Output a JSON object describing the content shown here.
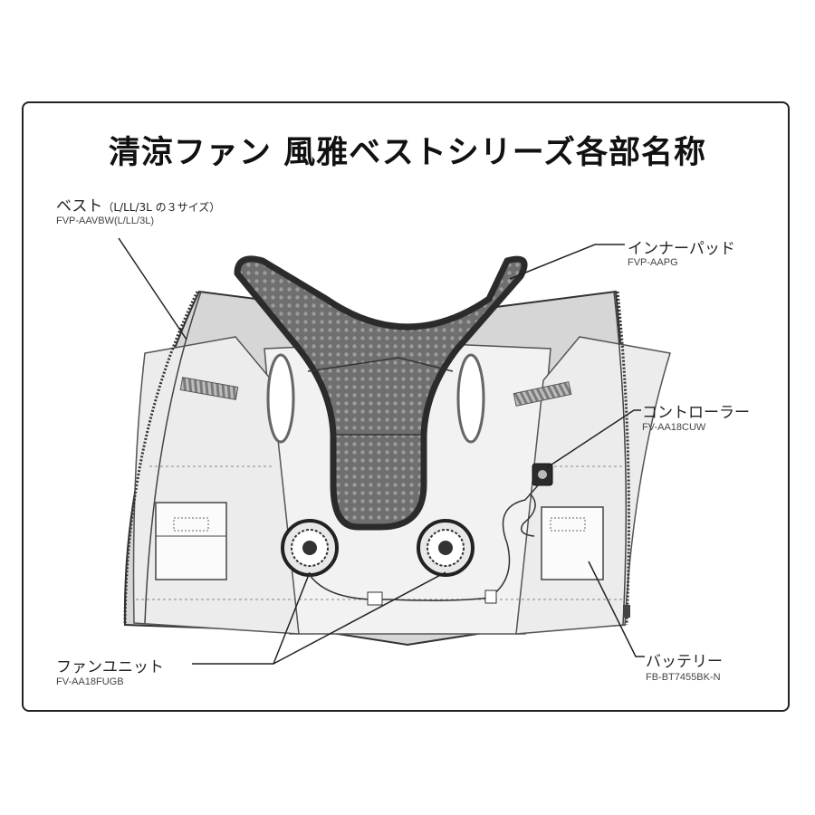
{
  "title": "清涼ファン 風雅ベストシリーズ各部名称",
  "parts": {
    "vest": {
      "name": "ベスト",
      "note": "（L/LL/3L の３サイズ）",
      "code": "FVP-AAVBW(L/LL/3L)"
    },
    "inner_pad": {
      "name": "インナーパッド",
      "code": "FVP-AAPG"
    },
    "controller": {
      "name": "コントローラー",
      "code": "FV-AA18CUW"
    },
    "fan_unit": {
      "name": "ファンユニット",
      "code": "FV-AA18FUGB"
    },
    "battery": {
      "name": "バッテリー",
      "code": "FB-BT7455BK-N"
    }
  },
  "colors": {
    "frame": "#222222",
    "vest_outer": "#d6d6d6",
    "vest_inner": "#efefef",
    "pad": "#7d7d7d",
    "pad_border": "#2b2b2b"
  }
}
